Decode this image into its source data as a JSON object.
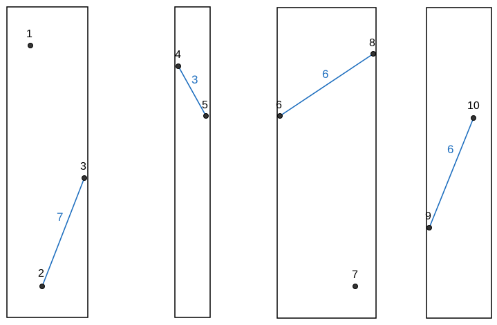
{
  "colors": {
    "edge": "#1f6fbf",
    "node": "#333333",
    "border": "#000000"
  },
  "panels": [
    {
      "id": "panel-1"
    },
    {
      "id": "panel-2"
    },
    {
      "id": "panel-3"
    },
    {
      "id": "panel-4"
    }
  ],
  "nodes": [
    {
      "id": "1",
      "label": "1"
    },
    {
      "id": "2",
      "label": "2"
    },
    {
      "id": "3",
      "label": "3"
    },
    {
      "id": "4",
      "label": "4"
    },
    {
      "id": "5",
      "label": "5"
    },
    {
      "id": "6",
      "label": "6"
    },
    {
      "id": "7",
      "label": "7"
    },
    {
      "id": "8",
      "label": "8"
    },
    {
      "id": "9",
      "label": "9"
    },
    {
      "id": "10",
      "label": "10"
    }
  ],
  "edges": [
    {
      "from": "2",
      "to": "3",
      "label": "7"
    },
    {
      "from": "4",
      "to": "5",
      "label": "3"
    },
    {
      "from": "6",
      "to": "8",
      "label": "6"
    },
    {
      "from": "9",
      "to": "10",
      "label": "6"
    }
  ]
}
